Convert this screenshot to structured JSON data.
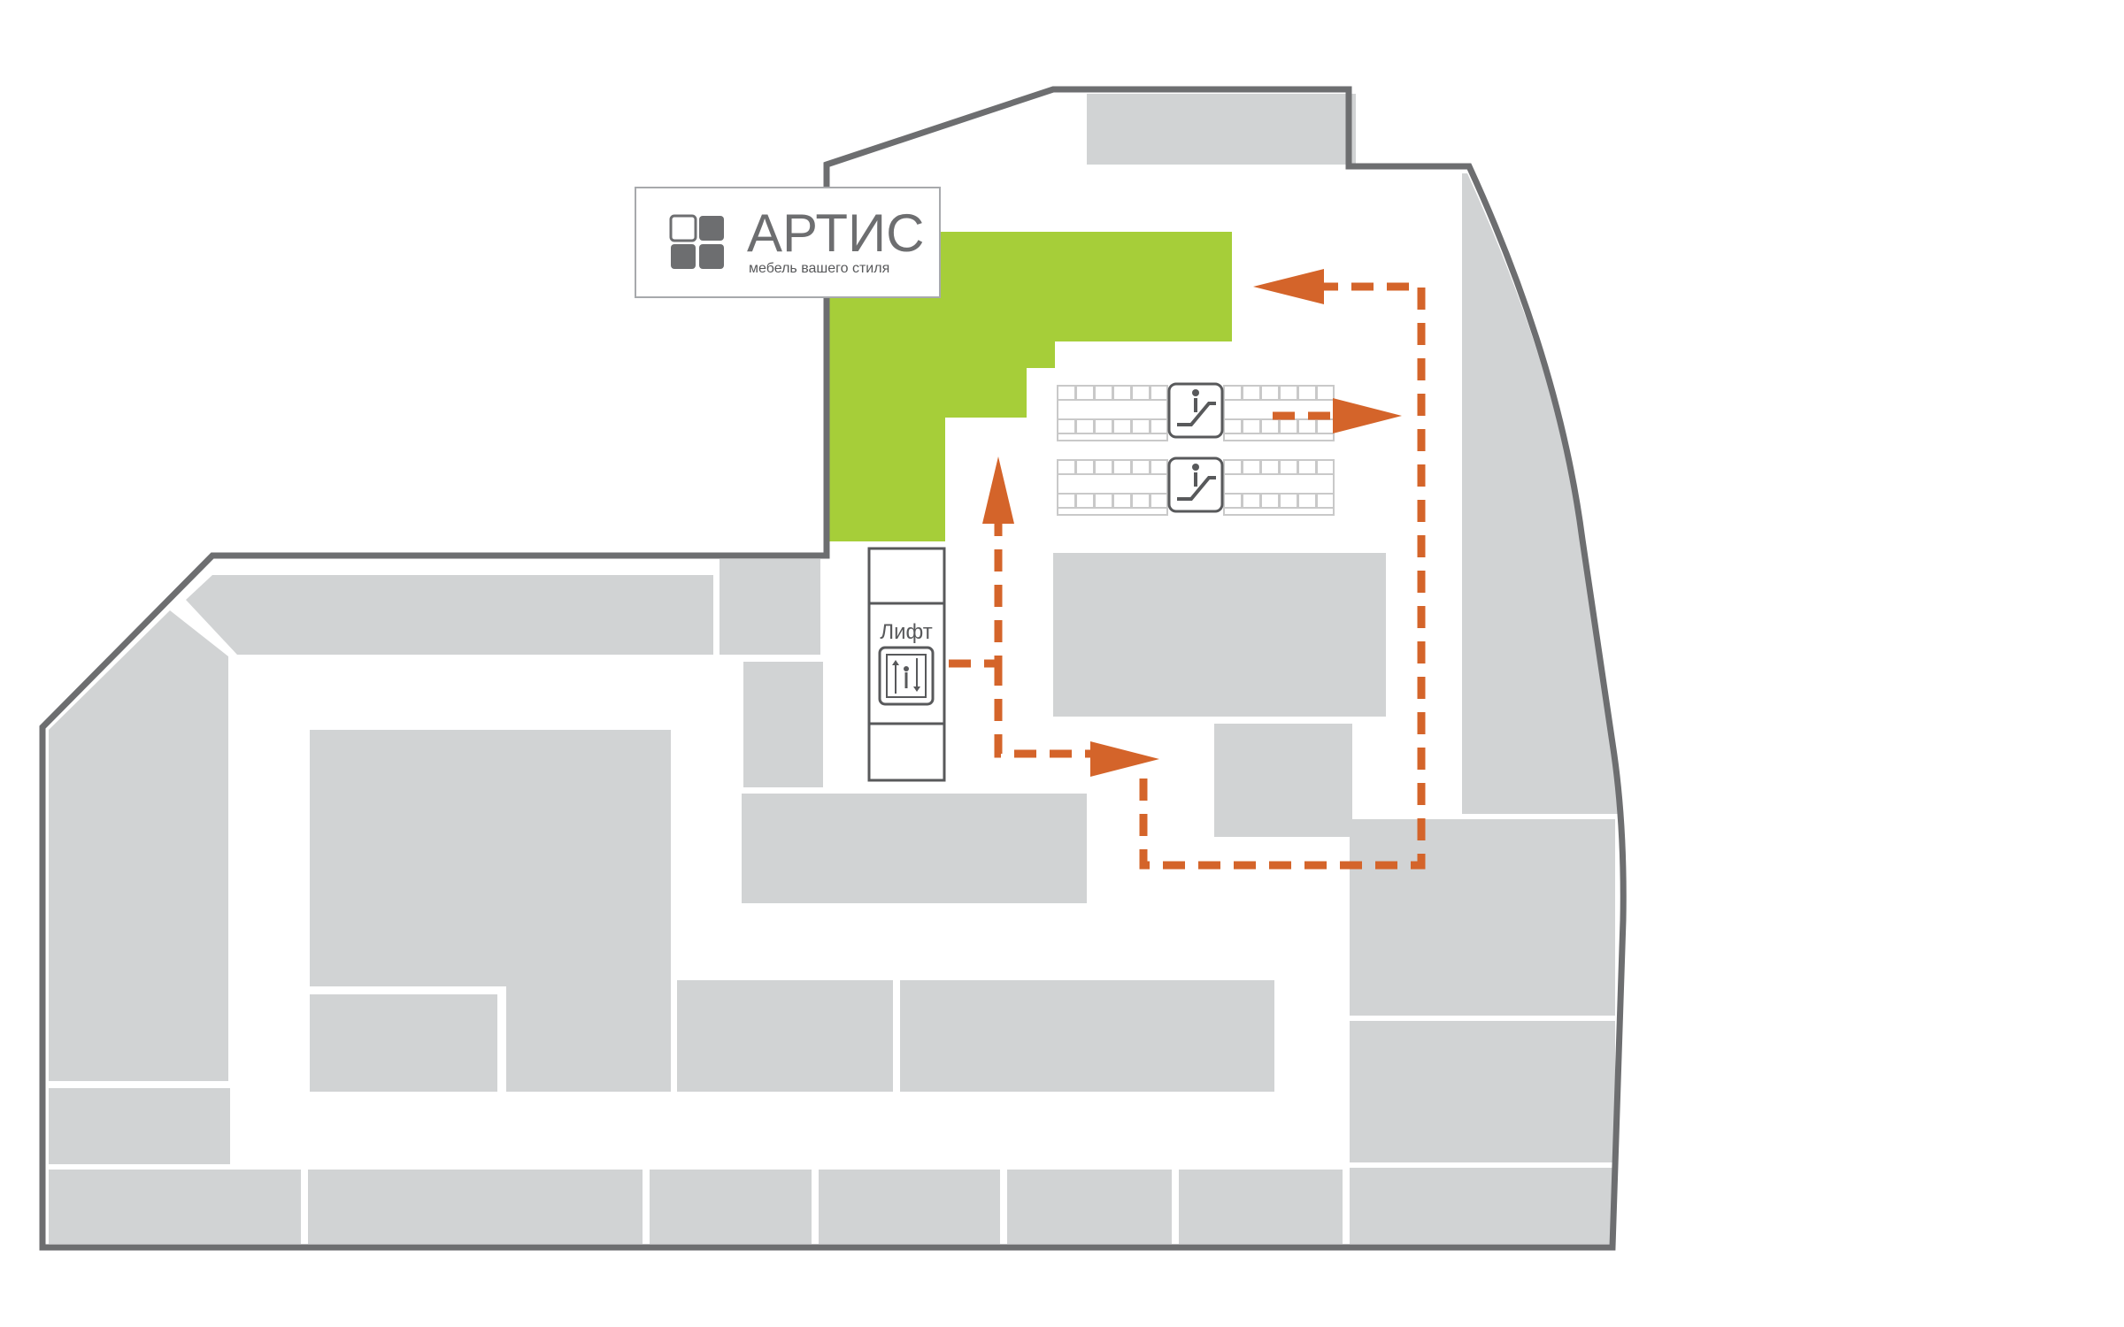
{
  "store": {
    "name": "АРТИС",
    "tagline": "мебель вашего стиля",
    "logo_icon": "four-squares-icon",
    "highlight_color": "#a6ce39"
  },
  "elevator": {
    "label": "Лифт",
    "icon": "elevator-icon"
  },
  "escalators": [
    {
      "icon": "escalator-icon"
    },
    {
      "icon": "escalator-icon"
    }
  ],
  "route": {
    "color": "#d4642a",
    "style": "dashed-arrows"
  },
  "colors": {
    "outline": "#6d6e70",
    "room": "#d1d3d4",
    "background": "#ffffff"
  }
}
